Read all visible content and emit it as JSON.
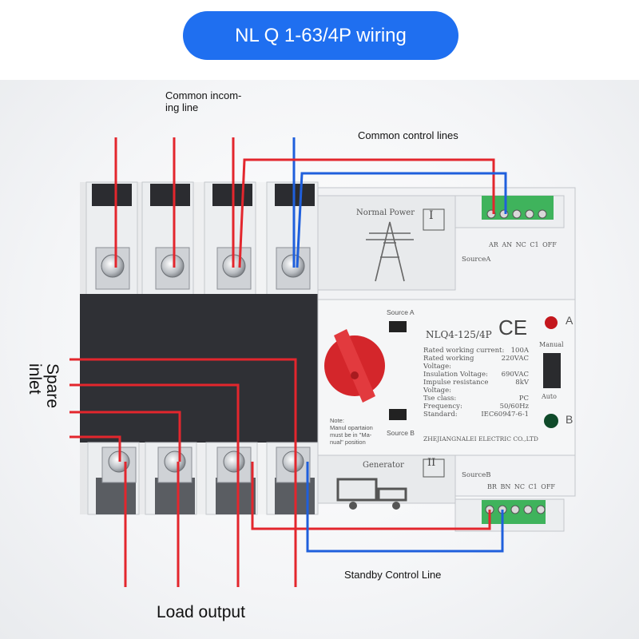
{
  "title": "NL Q 1-63/4P wiring",
  "labels": {
    "common_incoming": "Common incom-\ning line",
    "common_control": "Common control lines",
    "spare_inlet": "Spare\ninlet",
    "standby_control": "Standby Control Line",
    "load_output": "Load output"
  },
  "device": {
    "top_panel_text": "Normal Power",
    "top_panel_number": "I",
    "source_a_label": "SourceA",
    "switch_label_a": "Source A",
    "switch_label_b": "Source B",
    "model": "NLQ4-125/4P",
    "ce_mark": "CE",
    "specs": [
      {
        "k": "Rated working current:",
        "v": "100A"
      },
      {
        "k": "Rated working Voltage:",
        "v": "220VAC"
      },
      {
        "k": "Insulation Voltage:",
        "v": "690VAC"
      },
      {
        "k": "Impulse resistance Voltage:",
        "v": "8kV"
      },
      {
        "k": "Tse class:",
        "v": "PC"
      },
      {
        "k": "Frequency:",
        "v": "50/60Hz"
      },
      {
        "k": "Standard:",
        "v": "IEC60947-6-1"
      }
    ],
    "manufacturer": "ZHEJIANGNALEI ELECTRIC CO.,LTD",
    "note": "Note:\nManul opartaion\nmust be in \"Ma-\nnual\" position",
    "indicator_a": "A",
    "indicator_b": "B",
    "manual_label": "Manual",
    "auto_label": "Auto",
    "bottom_panel_text": "Generator",
    "bottom_panel_number": "II",
    "source_b_label": "SourceB",
    "terminals_top": "AR  AN  NC  C1  OFF",
    "terminals_bottom": "BR  BN  NC  C1  OFF",
    "colors": {
      "red": "#e3262d",
      "blue": "#1f5fdc",
      "green": "#3fb35c",
      "accent": "#1f6ff0"
    }
  }
}
